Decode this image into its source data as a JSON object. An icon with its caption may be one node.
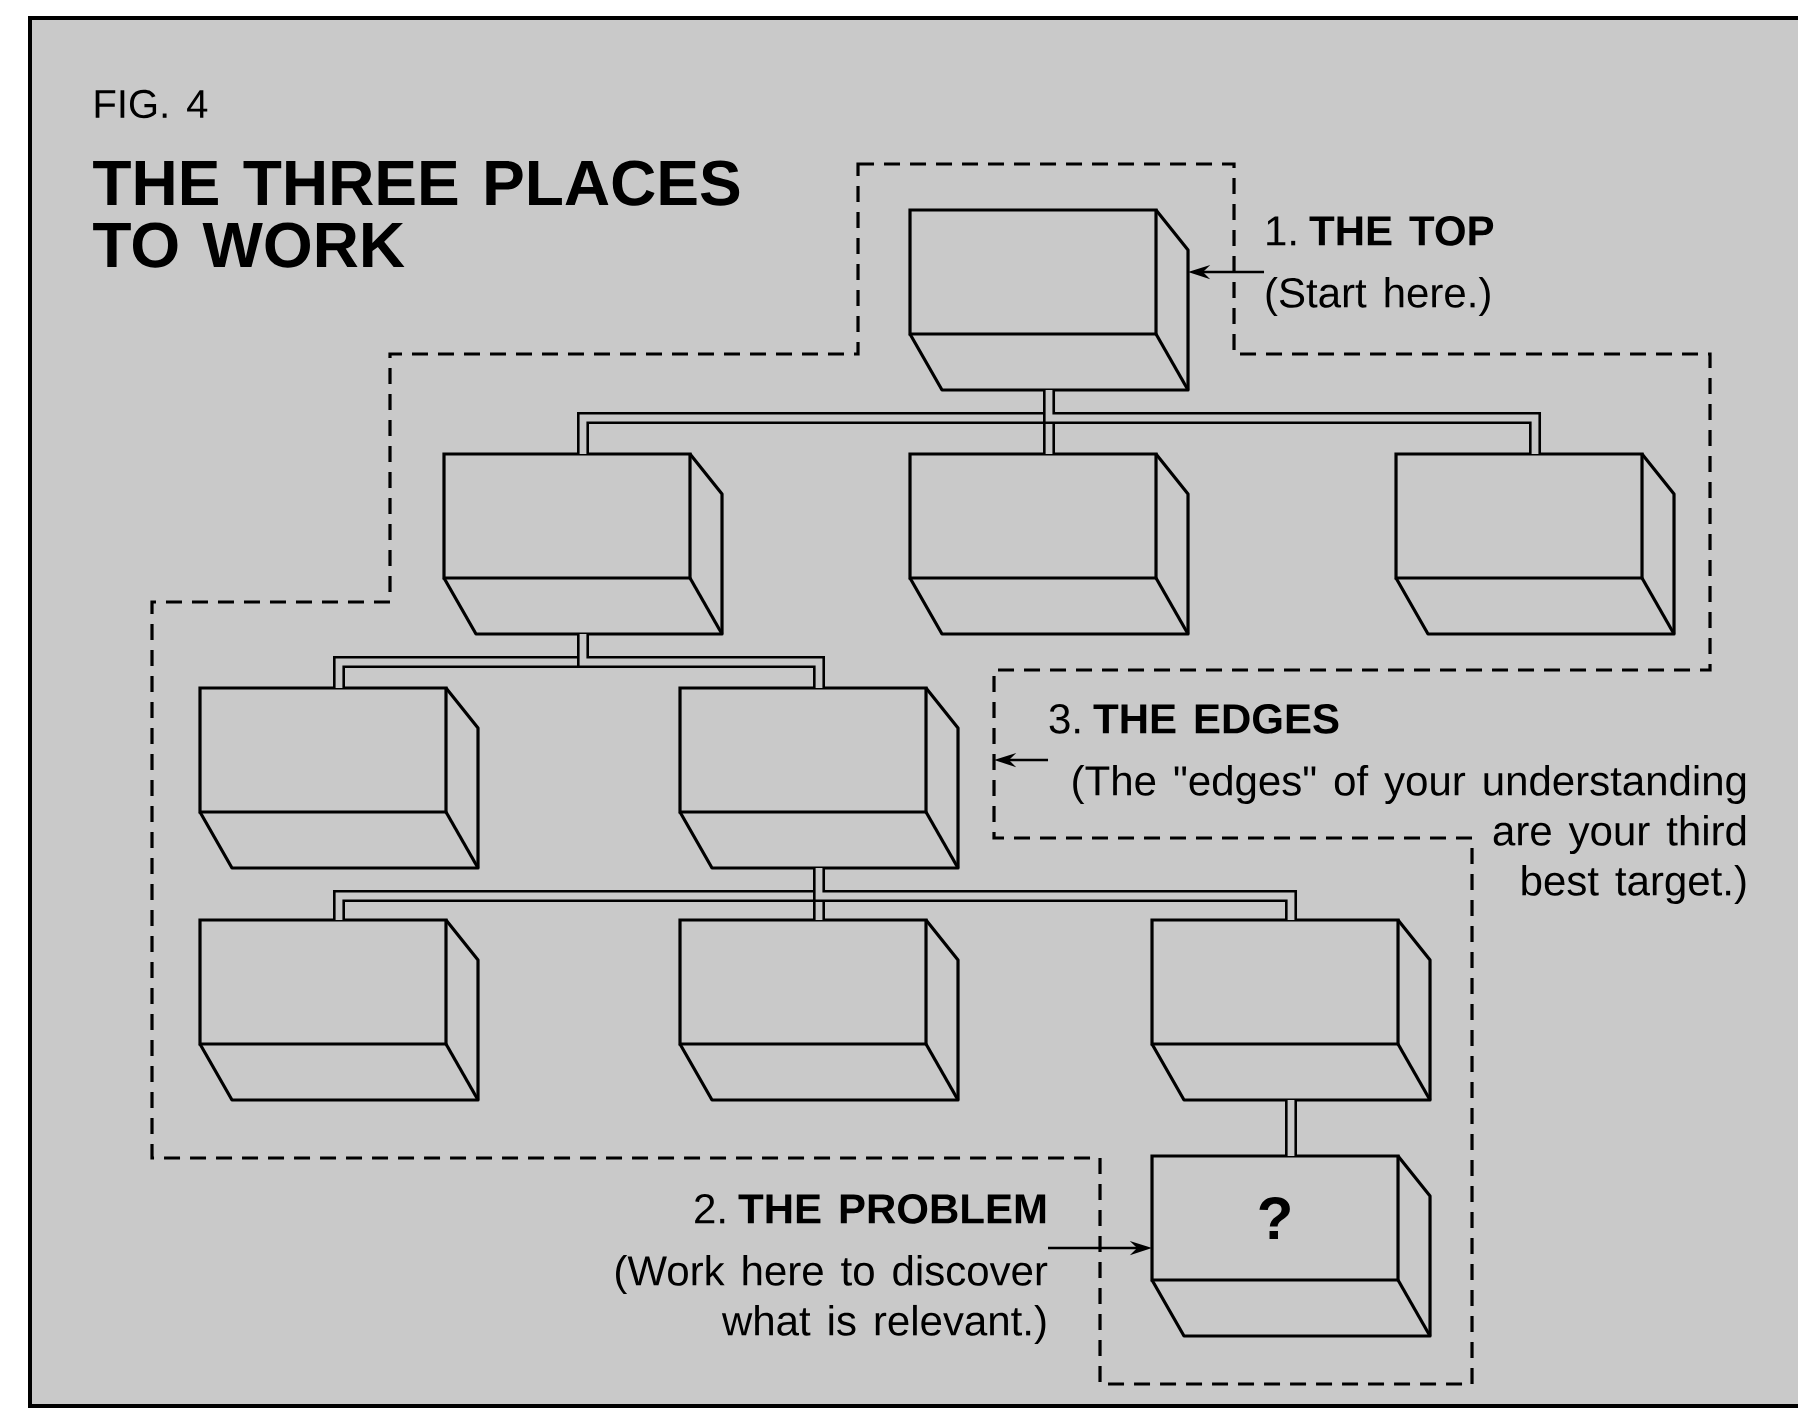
{
  "diagram": {
    "title": "THE THREE PLACES TO WORK",
    "nodes": [
      {
        "text": [],
        "shape": "box"
      },
      {
        "text": [],
        "shape": "box"
      },
      {
        "text": [],
        "shape": "box"
      },
      {
        "text": [],
        "shape": "box"
      },
      {
        "text": [],
        "shape": "box"
      },
      {
        "text": [],
        "shape": "box"
      },
      {
        "text": [],
        "shape": "box"
      },
      {
        "text": [],
        "shape": "box"
      },
      {
        "text": [],
        "shape": "box"
      },
      {
        "text": [
          "?"
        ]
      },
      {
        "text": [
          "1. **THE TOP**",
          "(Start here.)"
        ]
      },
      {
        "text": [
          "3. **THE EDGES**",
          "(The \"edges\" of your understanding are your third best target.)"
        ]
      },
      {
        "text": [
          "2. **THE PROBLEM**",
          "(Work here to discover what is relevant.)"
        ]
      }
    ],
    "edges": [
      {
        "from": 0,
        "to": 1,
        "arrow": "none"
      },
      {
        "from": 0,
        "to": 2,
        "arrow": "none"
      },
      {
        "from": 0,
        "to": 3,
        "arrow": "none"
      },
      {
        "from": 1,
        "to": 4,
        "arrow": "none"
      },
      {
        "from": 1,
        "to": 5,
        "arrow": "none"
      },
      {
        "from": 5,
        "to": 6,
        "arrow": "none"
      },
      {
        "from": 5,
        "to": 7,
        "arrow": "none"
      },
      {
        "from": 5,
        "to": 8,
        "arrow": "none"
      },
      {
        "from": 8,
        "to": 9,
        "arrow": "none"
      },
      {
        "from": 10,
        "to": 0,
        "arrow": "to"
      },
      {
        "from": 11,
        "to": null,
        "arrow": "to"
      },
      {
        "from": 12,
        "to": 9,
        "arrow": "to"
      }
    ],
    "labels": [
      "FIG. 4"
    ]
  }
}
